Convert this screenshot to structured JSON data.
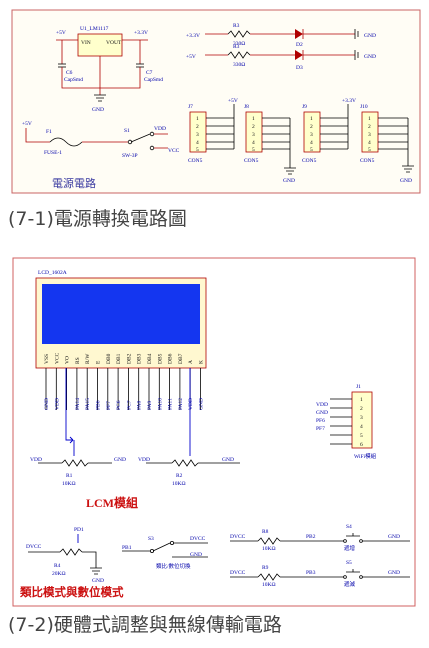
{
  "captions": {
    "power": "(7-1)電源轉換電路圖",
    "lcm": "(7-2)硬體式調整與無線傳輸電路"
  },
  "power_schematic": {
    "section_title": "電源電路",
    "regulator": {
      "ref": "U1_LM1117",
      "pin_in": "VIN",
      "pin_out": "VOUT",
      "net_in": "+5V",
      "net_out": "+3.3V",
      "gnd": "GND"
    },
    "caps": [
      {
        "ref": "C6",
        "type": "CapSmd"
      },
      {
        "ref": "C7",
        "type": "CapSmd"
      }
    ],
    "leds": [
      {
        "net": "+3.3V",
        "res": "R3",
        "val": "330Ω",
        "led": "D2",
        "gnd": "GND"
      },
      {
        "net": "+5V",
        "res": "R3",
        "val": "330Ω",
        "led": "D3",
        "gnd": "GND"
      }
    ],
    "fuse": {
      "ref": "F1",
      "label": "FUSE-1",
      "net": "+5V"
    },
    "switch": {
      "ref": "S1",
      "label": "SW-3P",
      "a": "VDD",
      "b": "VCC"
    },
    "connectors": [
      {
        "ref": "J7",
        "label": "CON5",
        "net": "+5V"
      },
      {
        "ref": "J8",
        "label": "CON5",
        "net": ""
      },
      {
        "ref": "J9",
        "label": "CON5",
        "net": ""
      },
      {
        "ref": "J10",
        "label": "CON5",
        "net": "+3.3V"
      }
    ],
    "pins": [
      "1",
      "2",
      "3",
      "4",
      "5"
    ],
    "gnd": "GND"
  },
  "lcm_schematic": {
    "lcd_ref": "LCD_1602A",
    "lcd_pins": [
      "VSS",
      "VCC",
      "VO",
      "RS",
      "R/W",
      "E",
      "DB0",
      "DB1",
      "DB2",
      "DB3",
      "DB4",
      "DB5",
      "DB6",
      "DB7",
      "A",
      "K"
    ],
    "lcd_nets": [
      "GND",
      "VDD",
      "",
      "PA14",
      "PA15",
      "PB6",
      "PF7",
      "PC6",
      "PC7",
      "PA8",
      "PA9",
      "PA10",
      "PA11",
      "PA12",
      "VDD",
      "GND"
    ],
    "pot1": {
      "ref": "R1",
      "val": "10KΩ",
      "a": "VDD",
      "b": "GND"
    },
    "pot2": {
      "ref": "R2",
      "val": "10KΩ",
      "a": "VDD",
      "b": "GND"
    },
    "section_title": "LCM模組",
    "wifi": {
      "ref": "J1",
      "label": "WiFi模組",
      "nets": [
        "VDD",
        "GND",
        "PF6",
        "PF7"
      ],
      "pins": [
        "1",
        "2",
        "3",
        "4",
        "5",
        "6"
      ]
    },
    "mode": {
      "section_title": "類比模式與數位模式",
      "pot": {
        "ref": "R4",
        "val": "20KΩ",
        "net": "DVCC",
        "out": "PD1",
        "gnd": "GND"
      },
      "switch": {
        "ref": "S3",
        "in": "PB1",
        "a": "DVCC",
        "b": "GND",
        "note": "類比/數位切換"
      }
    },
    "buttons": [
      {
        "net": "DVCC",
        "res": "R8",
        "val": "10KΩ",
        "pin": "PB2",
        "sw": "S4",
        "note": "遞增",
        "gnd": "GND"
      },
      {
        "net": "DVCC",
        "res": "R9",
        "val": "10KΩ",
        "pin": "PB3",
        "sw": "S5",
        "note": "遞減",
        "gnd": "GND"
      }
    ]
  }
}
